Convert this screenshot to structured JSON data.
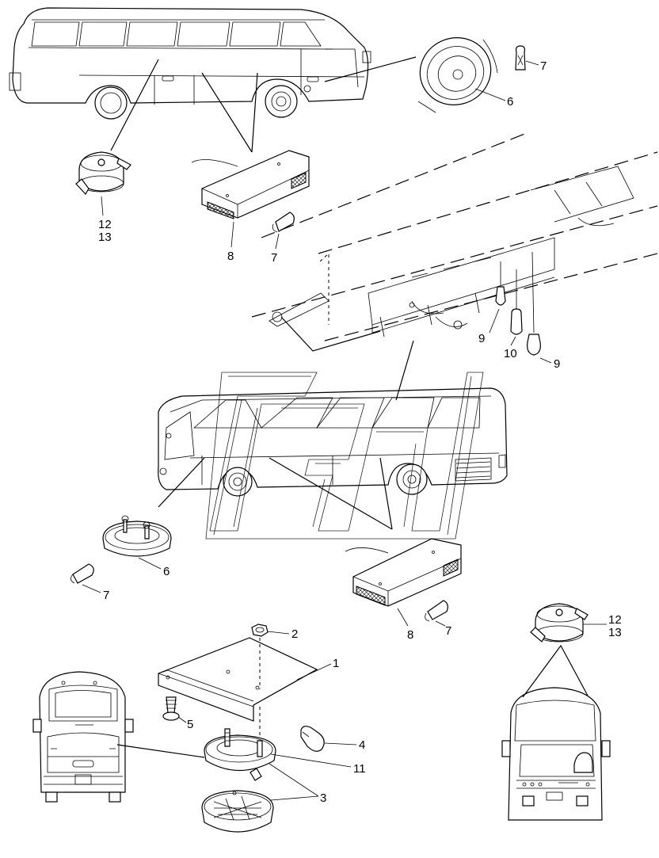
{
  "callouts": {
    "c1": "1",
    "c2": "2",
    "c3": "3",
    "c4": "4",
    "c5": "5",
    "c6_top": "6",
    "c6_mid": "6",
    "c7_top": "7",
    "c7_mid": "7",
    "c7_left": "7",
    "c7_right": "7",
    "c8_top": "8",
    "c8_mid": "8",
    "c9_a": "9",
    "c9_b": "9",
    "c10": "10",
    "c11": "11",
    "c12_left": "12",
    "c13_left": "13",
    "c12_right": "12",
    "c13_right": "13"
  }
}
